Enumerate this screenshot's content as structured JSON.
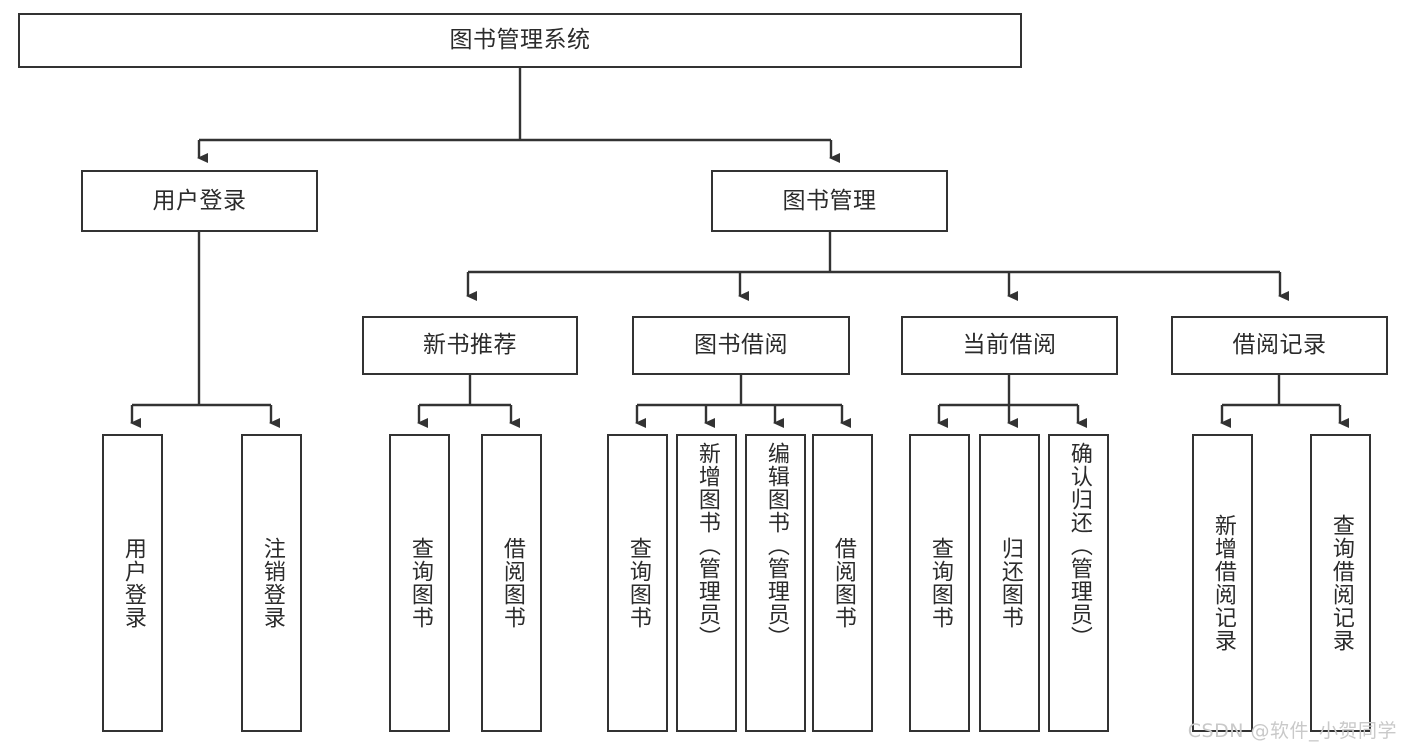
{
  "diagram": {
    "title": "图书管理系统",
    "watermark": "CSDN @软件_小贺同学",
    "line_color": "#333333",
    "box_fill": "#ffffff",
    "text_color": "#2b2b2b",
    "level2": [
      {
        "label": "用户登录"
      },
      {
        "label": "图书管理"
      }
    ],
    "level3": [
      {
        "label": "新书推荐"
      },
      {
        "label": "图书借阅"
      },
      {
        "label": "当前借阅"
      },
      {
        "label": "借阅记录"
      }
    ],
    "leaves": {
      "user_login": [
        {
          "label": "用户登录"
        },
        {
          "label": "注销登录"
        }
      ],
      "new_book": [
        {
          "label": "查询图书"
        },
        {
          "label": "借阅图书"
        }
      ],
      "book_borrow": [
        {
          "label": "查询图书"
        },
        {
          "label": "新增图书（管理员）"
        },
        {
          "label": "编辑图书（管理员）"
        },
        {
          "label": "借阅图书"
        }
      ],
      "current_borrow": [
        {
          "label": "查询图书"
        },
        {
          "label": "归还图书"
        },
        {
          "label": "确认归还（管理员）"
        }
      ],
      "borrow_record": [
        {
          "label": "新增借阅记录"
        },
        {
          "label": "查询借阅记录"
        }
      ]
    }
  }
}
